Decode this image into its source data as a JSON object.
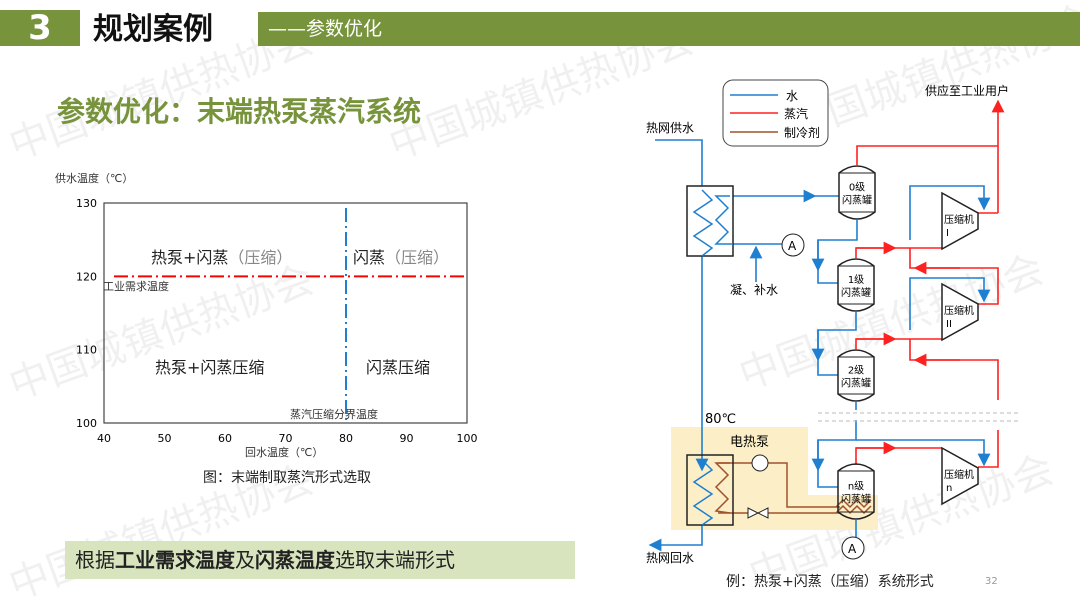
{
  "header": {
    "section_number": "3",
    "section_title": "规划案例",
    "subtitle": "——参数优化"
  },
  "main_title": "参数优化：末端热泵蒸汽系统",
  "watermark": "中国城镇供热协会",
  "chart_data": {
    "type": "region",
    "ylabel": "供水温度（℃）",
    "xlabel": "回水温度（℃）",
    "xlim": [
      40,
      100
    ],
    "ylim": [
      100,
      130
    ],
    "xticks": [
      "40",
      "50",
      "60",
      "70",
      "80",
      "90",
      "100"
    ],
    "yticks": [
      "100",
      "110",
      "120",
      "130"
    ],
    "hline": {
      "value": 120,
      "label": "工业需求温度",
      "color": "#ff0000"
    },
    "vline": {
      "value": 80,
      "label": "蒸汽压缩分界温度",
      "color": "#1f7fd0"
    },
    "regions": [
      {
        "label_main": "热泵+闪蒸",
        "label_paren": "（压缩）",
        "position": "top-left"
      },
      {
        "label_main": "闪蒸",
        "label_paren": "（压缩）",
        "position": "top-right"
      },
      {
        "label_main": "热泵+闪蒸压缩",
        "position": "bottom-left"
      },
      {
        "label_main": "闪蒸压缩",
        "position": "bottom-right"
      }
    ],
    "caption": "图：末端制取蒸汽形式选取"
  },
  "bottom_note": {
    "p1": "根据",
    "b1": "工业需求温度",
    "p2": "及",
    "b2": "闪蒸温度",
    "p3": "选取末端形式"
  },
  "diagram": {
    "legend": [
      {
        "label": "水",
        "color": "#1f7fd0"
      },
      {
        "label": "蒸汽",
        "color": "#ff2020"
      },
      {
        "label": "制冷剂",
        "color": "#a0522d"
      }
    ],
    "supply_water": "热网供水",
    "return_water": "热网回水",
    "to_user": "供应至工业用户",
    "makeup": "凝、补水",
    "temp": "80℃",
    "heat_pump": "电热泵",
    "pump_label": "A",
    "tanks": [
      {
        "level": "0级",
        "name": "闪蒸罐"
      },
      {
        "level": "1级",
        "name": "闪蒸罐"
      },
      {
        "level": "2级",
        "name": "闪蒸罐"
      },
      {
        "level": "n级",
        "name": "闪蒸罐"
      }
    ],
    "compressors": [
      {
        "name": "压缩机",
        "num": "I"
      },
      {
        "name": "压缩机",
        "num": "II"
      },
      {
        "name": "压缩机",
        "num": "n"
      }
    ],
    "caption": "例：热泵+闪蒸（压缩）系统形式",
    "page_number": "32"
  }
}
